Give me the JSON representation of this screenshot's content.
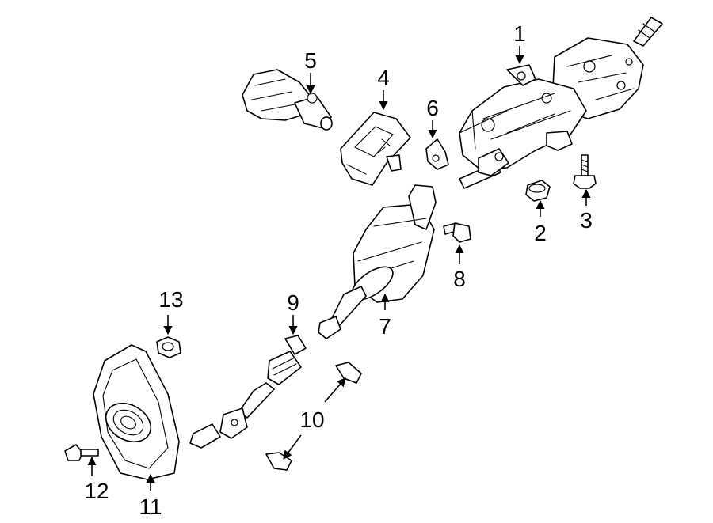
{
  "callouts": [
    {
      "id": "1",
      "label": "1"
    },
    {
      "id": "2",
      "label": "2"
    },
    {
      "id": "3",
      "label": "3"
    },
    {
      "id": "4",
      "label": "4"
    },
    {
      "id": "5",
      "label": "5"
    },
    {
      "id": "6",
      "label": "6"
    },
    {
      "id": "7",
      "label": "7"
    },
    {
      "id": "8",
      "label": "8"
    },
    {
      "id": "9",
      "label": "9"
    },
    {
      "id": "10",
      "label": "10"
    },
    {
      "id": "11",
      "label": "11"
    },
    {
      "id": "12",
      "label": "12"
    },
    {
      "id": "13",
      "label": "13"
    }
  ],
  "colors": {
    "line": "#000000",
    "background": "#ffffff"
  }
}
